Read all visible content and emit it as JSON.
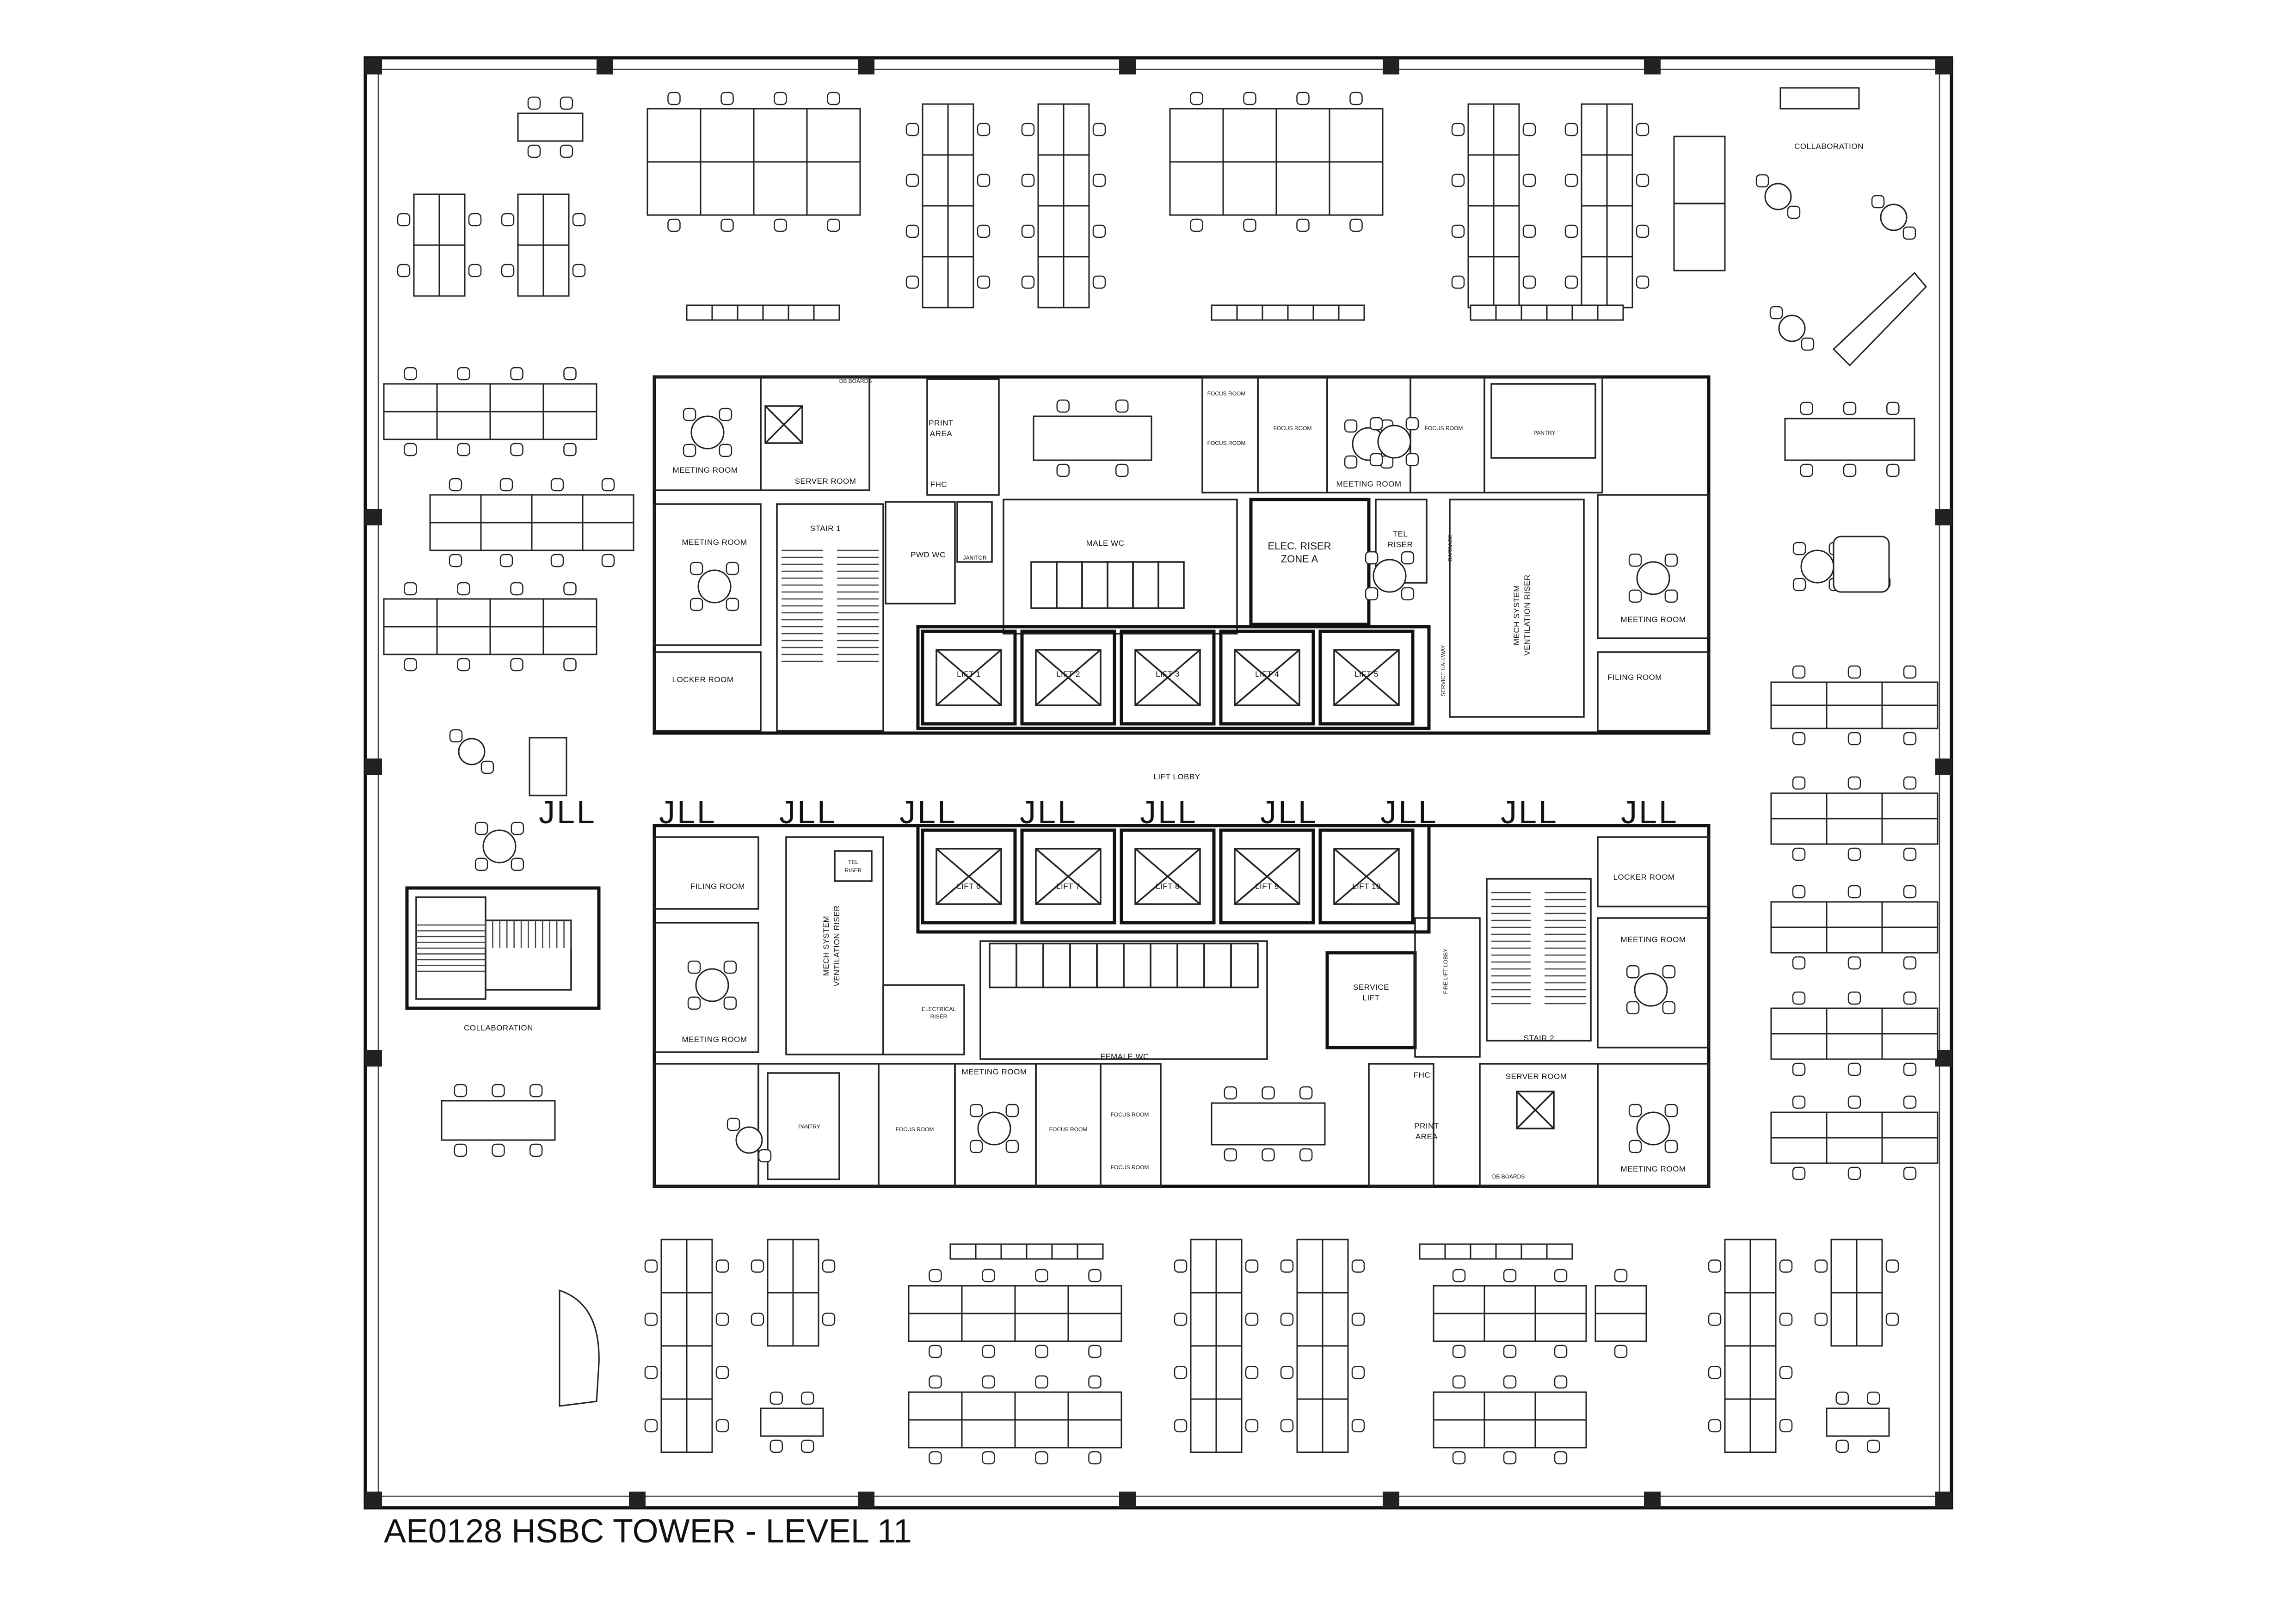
{
  "title": "AE0128 HSBC TOWER - LEVEL 11",
  "watermark": "JLL",
  "rooms": {
    "collaboration_ne": "COLLABORATION",
    "collaboration_w": "COLLABORATION",
    "meeting_room": "MEETING ROOM",
    "server_room": "SERVER ROOM",
    "print_area_line1": "PRINT",
    "print_area_line2": "AREA",
    "print_area": "PRINT AREA",
    "fhc": "FHC",
    "db_boards": "DB BOARDS",
    "focus_room": "FOCUS ROOM",
    "pantry": "PANTRY",
    "stair_1": "STAIR 1",
    "stair_2": "STAIR 2",
    "pwd_wc": "PWD WC",
    "janitor": "JANITOR",
    "male_wc": "MALE WC",
    "female_wc": "FEMALE WC",
    "elec_riser_line1": "ELEC. RISER",
    "elec_riser_line2": "ZONE A",
    "tel_riser_line1": "TEL",
    "tel_riser_line2": "RISER",
    "garbage": "GARBAGE",
    "service_hallway": "SERVICE HALLWAY",
    "mech_system_line1": "MECH SYSTEM",
    "mech_system_line2": "VENTILATION RISER",
    "locker_room": "LOCKER ROOM",
    "filing_room": "FILING ROOM",
    "lift_lobby": "LIFT LOBBY",
    "electrical_riser_line1": "ELECTRICAL",
    "electrical_riser_line2": "RISER",
    "fire_lift_lobby": "FIRE LIFT LOBBY",
    "service_lift_line1": "SERVICE",
    "service_lift_line2": "LIFT"
  },
  "lifts_upper": [
    "LIFT 1",
    "LIFT 2",
    "LIFT 3",
    "LIFT 4",
    "LIFT 5"
  ],
  "lifts_lower": [
    "LIFT 6",
    "LIFT 7",
    "LIFT 8",
    "LIFT 9",
    "LIFT 10"
  ]
}
